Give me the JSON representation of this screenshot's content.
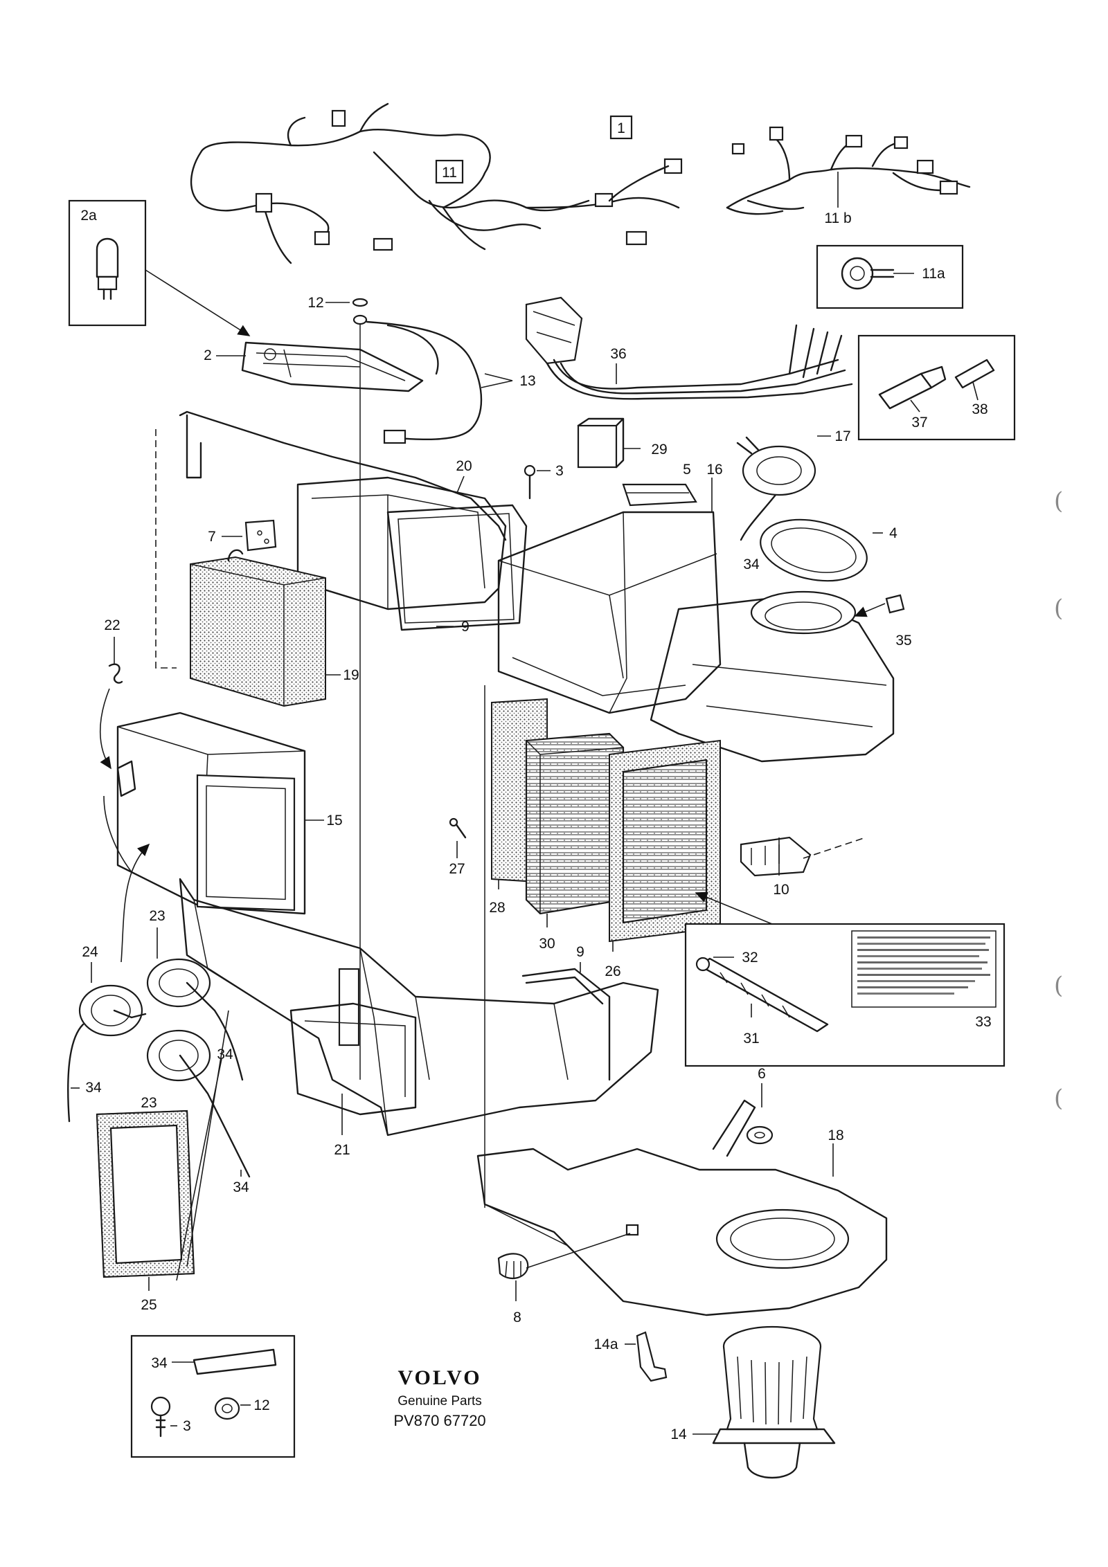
{
  "callouts": {
    "c1": "1",
    "c11": "11",
    "c11b": "11 b",
    "c11a": "11a",
    "c2a": "2a",
    "c12": "12",
    "c2": "2",
    "c13": "13",
    "c36": "36",
    "c37": "37",
    "c38": "38",
    "c29": "29",
    "c17": "17",
    "c20": "20",
    "c3": "3",
    "c5": "5",
    "c16": "16",
    "c7": "7",
    "c4": "4",
    "c34a": "34",
    "c35": "35",
    "c22": "22",
    "c9a": "9",
    "c19": "19",
    "c15": "15",
    "c27": "27",
    "c10": "10",
    "c28": "28",
    "c30": "30",
    "c26": "26",
    "c9b": "9",
    "c23a": "23",
    "c24": "24",
    "c34b": "34",
    "c34c": "34",
    "c23b": "23",
    "c21": "21",
    "c34d": "34",
    "c32": "32",
    "c31": "31",
    "c33": "33",
    "c6": "6",
    "c18": "18",
    "c25": "25",
    "c8": "8",
    "c14a": "14a",
    "c14": "14",
    "c34e": "34",
    "c3b": "3",
    "c12b": "12"
  },
  "brand": {
    "logo": "VOLVO",
    "tagline": "Genuine Parts",
    "part_code": "PV870 67720"
  },
  "margin_marks": [
    "(",
    "(",
    "(",
    "("
  ]
}
